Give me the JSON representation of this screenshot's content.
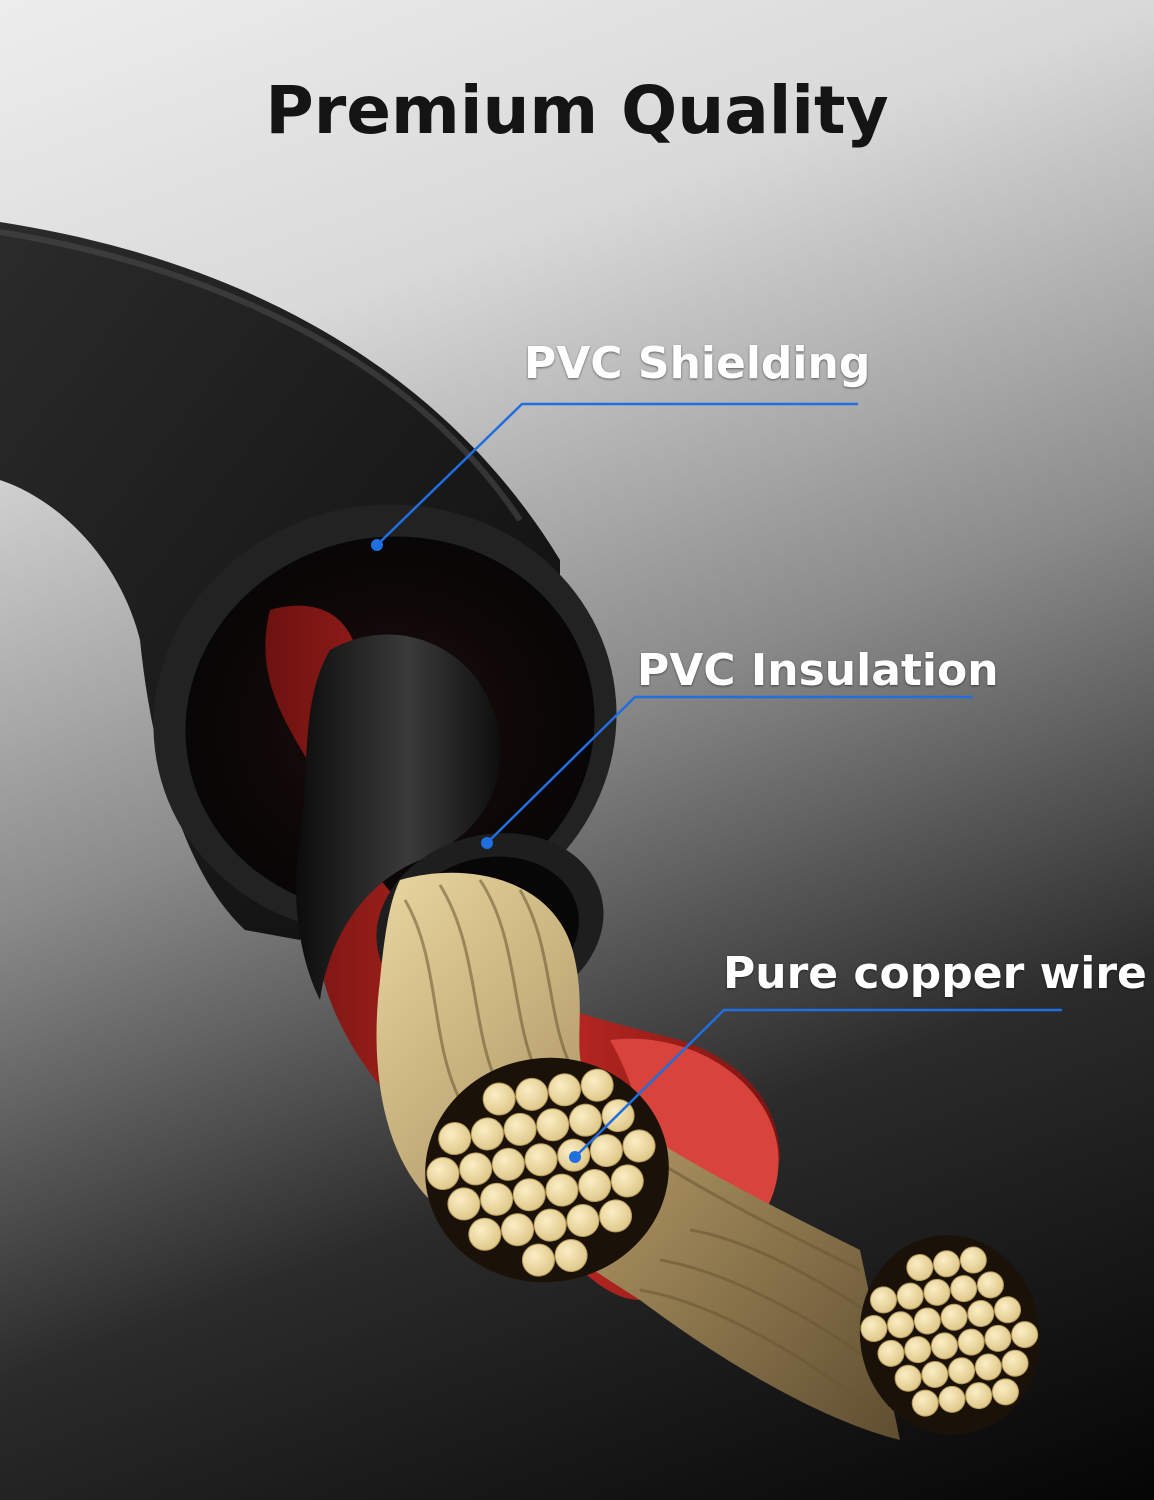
{
  "title": "Premium Quality",
  "callouts": {
    "shielding": "PVC Shielding",
    "insulation": "PVC Insulation",
    "copper": "Pure copper wire"
  },
  "colors": {
    "callout_line": "#1f6fe0",
    "jacket": "#1a1a1a",
    "red_conductor": "#c0241f",
    "copper_strand": "#efdca4"
  }
}
